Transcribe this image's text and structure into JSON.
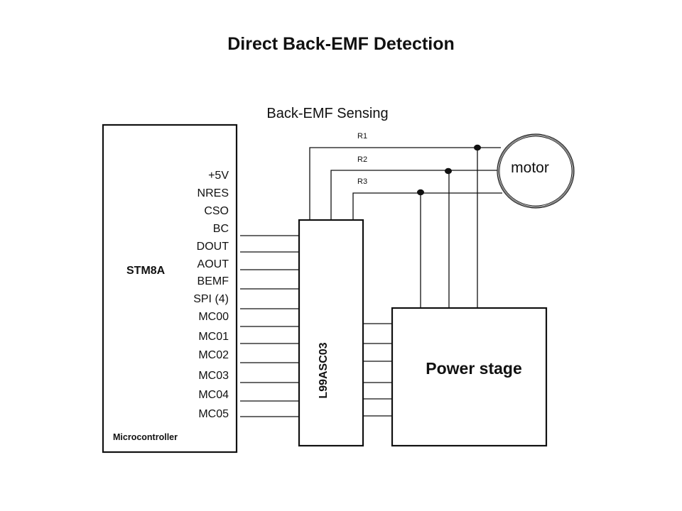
{
  "title": "Direct Back-EMF Detection",
  "subtitle": "Back-EMF Sensing",
  "microcontroller": {
    "chip_name": "STM8A",
    "caption": "Microcontroller",
    "pins": [
      "+5V",
      "NRES",
      "CSO",
      "BC",
      "DOUT",
      "AOUT",
      "BEMF",
      "SPI (4)",
      "MC00",
      "MC01",
      "MC02",
      "MC03",
      "MC04",
      "MC05"
    ]
  },
  "driver": {
    "name": "L99ASC03",
    "mcu_connections": 11,
    "power_stage_connections": 6
  },
  "power_stage": {
    "label": "Power stage",
    "phase_outputs": 3
  },
  "motor": {
    "label": "motor"
  },
  "sense_resistors": [
    "R1",
    "R2",
    "R3"
  ]
}
